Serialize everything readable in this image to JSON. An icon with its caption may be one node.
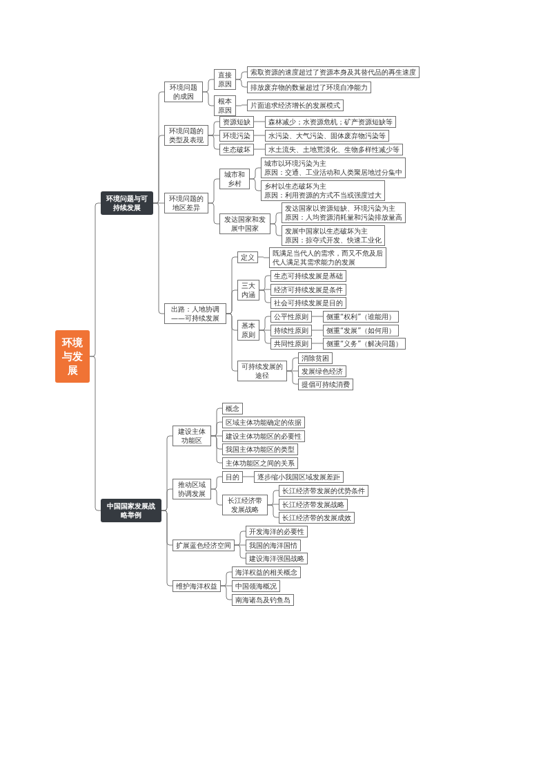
{
  "diagram": {
    "nodes": [
      {
        "text": [
          "环境与发展"
        ]
      },
      {
        "text": [
          "环境问题与可持续发展"
        ]
      },
      {
        "text": [
          "中国国家发展战略举例"
        ]
      },
      {
        "text": [
          "环境问题的成因"
        ]
      },
      {
        "text": [
          "环境问题的类型及表现"
        ]
      },
      {
        "text": [
          "环境问题的地区差异"
        ]
      },
      {
        "text": [
          "出路：人地协调——可持续发展"
        ]
      },
      {
        "text": [
          "直接原因"
        ]
      },
      {
        "text": [
          "根本原因"
        ]
      },
      {
        "text": [
          "索取资源的速度超过了资源本身及其替代品的再生速度"
        ]
      },
      {
        "text": [
          "排放废弃物的数量超过了环境自净能力"
        ]
      },
      {
        "text": [
          "片面追求经济增长的发展模式"
        ]
      },
      {
        "text": [
          "资源短缺"
        ]
      },
      {
        "text": [
          "环境污染"
        ]
      },
      {
        "text": [
          "生态破坏"
        ]
      },
      {
        "text": [
          "森林减少；水资源危机；矿产资源短缺等"
        ]
      },
      {
        "text": [
          "水污染、大气污染、固体废弃物污染等"
        ]
      },
      {
        "text": [
          "水土流失、土地荒漠化、生物多样性减少等"
        ]
      },
      {
        "text": [
          "城市和乡村"
        ]
      },
      {
        "text": [
          "发达国家和发展中国家"
        ]
      },
      {
        "text": [
          "城市以环境污染为主",
          "原因：交通、工业活动和人类聚居地过分集中"
        ]
      },
      {
        "text": [
          "乡村以生态破坏为主",
          "原因：利用资源的方式不当或强度过大"
        ]
      },
      {
        "text": [
          "发达国家以资源短缺、环境污染为主",
          "原因：人均资源消耗量和污染排放量高"
        ]
      },
      {
        "text": [
          "发展中国家以生态破坏为主",
          "原因：掠夺式开发、快速工业化"
        ]
      },
      {
        "text": [
          "定义"
        ]
      },
      {
        "text": [
          "三大内涵"
        ]
      },
      {
        "text": [
          "基本原则"
        ]
      },
      {
        "text": [
          "可持续发展的途径"
        ]
      },
      {
        "text": [
          "既满足当代人的需求，而又不危及后代人满足其需求能力的发展"
        ]
      },
      {
        "text": [
          "生态可持续发展是基础"
        ]
      },
      {
        "text": [
          "经济可持续发展是条件"
        ]
      },
      {
        "text": [
          "社会可持续发展是目的"
        ]
      },
      {
        "text": [
          "公平性原则"
        ]
      },
      {
        "text": [
          "持续性原则"
        ]
      },
      {
        "text": [
          "共同性原则"
        ]
      },
      {
        "text": [
          "侧重“权利”（谁能用）"
        ]
      },
      {
        "text": [
          "侧重“发展”（如何用）"
        ]
      },
      {
        "text": [
          "侧重“义务”（解决问题）"
        ]
      },
      {
        "text": [
          "消除贫困"
        ]
      },
      {
        "text": [
          "发展绿色经济"
        ]
      },
      {
        "text": [
          "提倡可持续消费"
        ]
      },
      {
        "text": [
          "建设主体功能区"
        ]
      },
      {
        "text": [
          "推动区域协调发展"
        ]
      },
      {
        "text": [
          "扩展蓝色经济空间"
        ]
      },
      {
        "text": [
          "维护海洋权益"
        ]
      },
      {
        "text": [
          "概念"
        ]
      },
      {
        "text": [
          "区域主体功能确定的依据"
        ]
      },
      {
        "text": [
          "建设主体功能区的必要性"
        ]
      },
      {
        "text": [
          "我国主体功能区的类型"
        ]
      },
      {
        "text": [
          "主体功能区之间的关系"
        ]
      },
      {
        "text": [
          "目的"
        ]
      },
      {
        "text": [
          "长江经济带发展战略"
        ]
      },
      {
        "text": [
          "逐步缩小我国区域发展差距"
        ]
      },
      {
        "text": [
          "长江经济带发展的优势条件"
        ]
      },
      {
        "text": [
          "长江经济带发展战略"
        ]
      },
      {
        "text": [
          "长江经济带的发展成效"
        ]
      },
      {
        "text": [
          "开发海洋的必要性"
        ]
      },
      {
        "text": [
          "我国的海洋国情"
        ]
      },
      {
        "text": [
          "建设海洋强国战略"
        ]
      },
      {
        "text": [
          "海洋权益的相关概念"
        ]
      },
      {
        "text": [
          "中国领海概况"
        ]
      },
      {
        "text": [
          "南海诸岛及钓鱼岛"
        ]
      }
    ],
    "edges": [
      {
        "from": 0,
        "to": 1,
        "arrow": "none"
      },
      {
        "from": 0,
        "to": 2,
        "arrow": "none"
      },
      {
        "from": 1,
        "to": 3,
        "arrow": "none"
      },
      {
        "from": 1,
        "to": 4,
        "arrow": "none"
      },
      {
        "from": 1,
        "to": 5,
        "arrow": "none"
      },
      {
        "from": 1,
        "to": 6,
        "arrow": "none"
      },
      {
        "from": 3,
        "to": 7,
        "arrow": "none"
      },
      {
        "from": 3,
        "to": 8,
        "arrow": "none"
      },
      {
        "from": 7,
        "to": 9,
        "arrow": "none"
      },
      {
        "from": 7,
        "to": 10,
        "arrow": "none"
      },
      {
        "from": 8,
        "to": 11,
        "arrow": "none"
      },
      {
        "from": 4,
        "to": 12,
        "arrow": "none"
      },
      {
        "from": 4,
        "to": 13,
        "arrow": "none"
      },
      {
        "from": 4,
        "to": 14,
        "arrow": "none"
      },
      {
        "from": 12,
        "to": 15,
        "arrow": "none"
      },
      {
        "from": 13,
        "to": 16,
        "arrow": "none"
      },
      {
        "from": 14,
        "to": 17,
        "arrow": "none"
      },
      {
        "from": 5,
        "to": 18,
        "arrow": "none"
      },
      {
        "from": 5,
        "to": 19,
        "arrow": "none"
      },
      {
        "from": 18,
        "to": 20,
        "arrow": "none"
      },
      {
        "from": 18,
        "to": 21,
        "arrow": "none"
      },
      {
        "from": 19,
        "to": 22,
        "arrow": "none"
      },
      {
        "from": 19,
        "to": 23,
        "arrow": "none"
      },
      {
        "from": 6,
        "to": 24,
        "arrow": "none"
      },
      {
        "from": 6,
        "to": 25,
        "arrow": "none"
      },
      {
        "from": 6,
        "to": 26,
        "arrow": "none"
      },
      {
        "from": 6,
        "to": 27,
        "arrow": "none"
      },
      {
        "from": 24,
        "to": 28,
        "arrow": "none"
      },
      {
        "from": 25,
        "to": 29,
        "arrow": "none"
      },
      {
        "from": 25,
        "to": 30,
        "arrow": "none"
      },
      {
        "from": 25,
        "to": 31,
        "arrow": "none"
      },
      {
        "from": 26,
        "to": 32,
        "arrow": "none"
      },
      {
        "from": 26,
        "to": 33,
        "arrow": "none"
      },
      {
        "from": 26,
        "to": 34,
        "arrow": "none"
      },
      {
        "from": 32,
        "to": 35,
        "arrow": "none"
      },
      {
        "from": 33,
        "to": 36,
        "arrow": "none"
      },
      {
        "from": 34,
        "to": 37,
        "arrow": "none"
      },
      {
        "from": 27,
        "to": 38,
        "arrow": "none"
      },
      {
        "from": 27,
        "to": 39,
        "arrow": "none"
      },
      {
        "from": 27,
        "to": 40,
        "arrow": "none"
      },
      {
        "from": 2,
        "to": 41,
        "arrow": "none"
      },
      {
        "from": 2,
        "to": 42,
        "arrow": "none"
      },
      {
        "from": 2,
        "to": 43,
        "arrow": "none"
      },
      {
        "from": 2,
        "to": 44,
        "arrow": "none"
      },
      {
        "from": 41,
        "to": 45,
        "arrow": "none"
      },
      {
        "from": 41,
        "to": 46,
        "arrow": "none"
      },
      {
        "from": 41,
        "to": 47,
        "arrow": "none"
      },
      {
        "from": 41,
        "to": 48,
        "arrow": "none"
      },
      {
        "from": 41,
        "to": 49,
        "arrow": "none"
      },
      {
        "from": 42,
        "to": 50,
        "arrow": "none"
      },
      {
        "from": 42,
        "to": 51,
        "arrow": "none"
      },
      {
        "from": 50,
        "to": 52,
        "arrow": "none"
      },
      {
        "from": 51,
        "to": 53,
        "arrow": "none"
      },
      {
        "from": 51,
        "to": 54,
        "arrow": "none"
      },
      {
        "from": 51,
        "to": 55,
        "arrow": "none"
      },
      {
        "from": 43,
        "to": 56,
        "arrow": "none"
      },
      {
        "from": 43,
        "to": 57,
        "arrow": "none"
      },
      {
        "from": 43,
        "to": 58,
        "arrow": "none"
      },
      {
        "from": 44,
        "to": 59,
        "arrow": "none"
      },
      {
        "from": 44,
        "to": 60,
        "arrow": "none"
      },
      {
        "from": 44,
        "to": 61,
        "arrow": "none"
      }
    ]
  }
}
